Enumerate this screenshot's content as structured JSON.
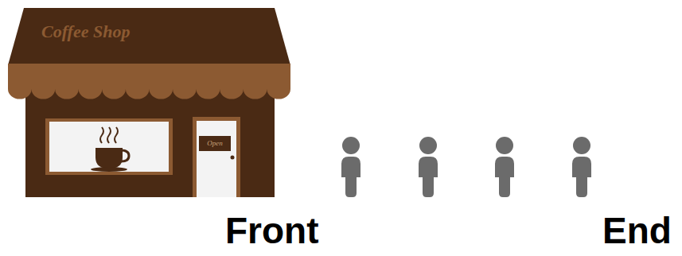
{
  "diagram": {
    "labels": [
      "Coffee Shop",
      "Open",
      "Front",
      "End"
    ]
  }
}
